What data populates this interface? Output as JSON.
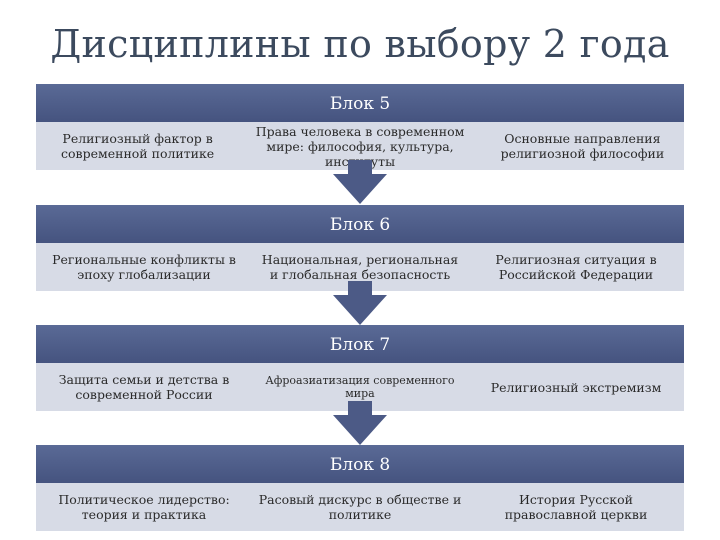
{
  "title": "Дисциплины по выбору 2 года",
  "blocks": [
    {
      "header": "Блок 5",
      "items": [
        "Религиозный фактор в современной политике",
        "Права человека в современном мире: философия, культура, институты",
        "Основные направления религиозной философии"
      ]
    },
    {
      "header": "Блок 6",
      "items": [
        "Региональные конфликты в эпоху глобализации",
        "Национальная, региональная и глобальная безопасность",
        "Религиозная ситуация в Российской Федерации"
      ]
    },
    {
      "header": "Блок 7",
      "items": [
        "Защита семьи и детства в современной России",
        "Афроазиатизация современного мира",
        "Религиозный экстремизм"
      ]
    },
    {
      "header": "Блок 8",
      "items": [
        "Политическое лидерство: теория и практика",
        "Расовый дискурс в обществе и политике",
        "История Русской православной церкви"
      ]
    }
  ],
  "colors": {
    "header_bg": "#4c5a86",
    "row_bg": "#d7dbe6",
    "arrow": "#4c5a86",
    "title": "#3c4a5e"
  }
}
